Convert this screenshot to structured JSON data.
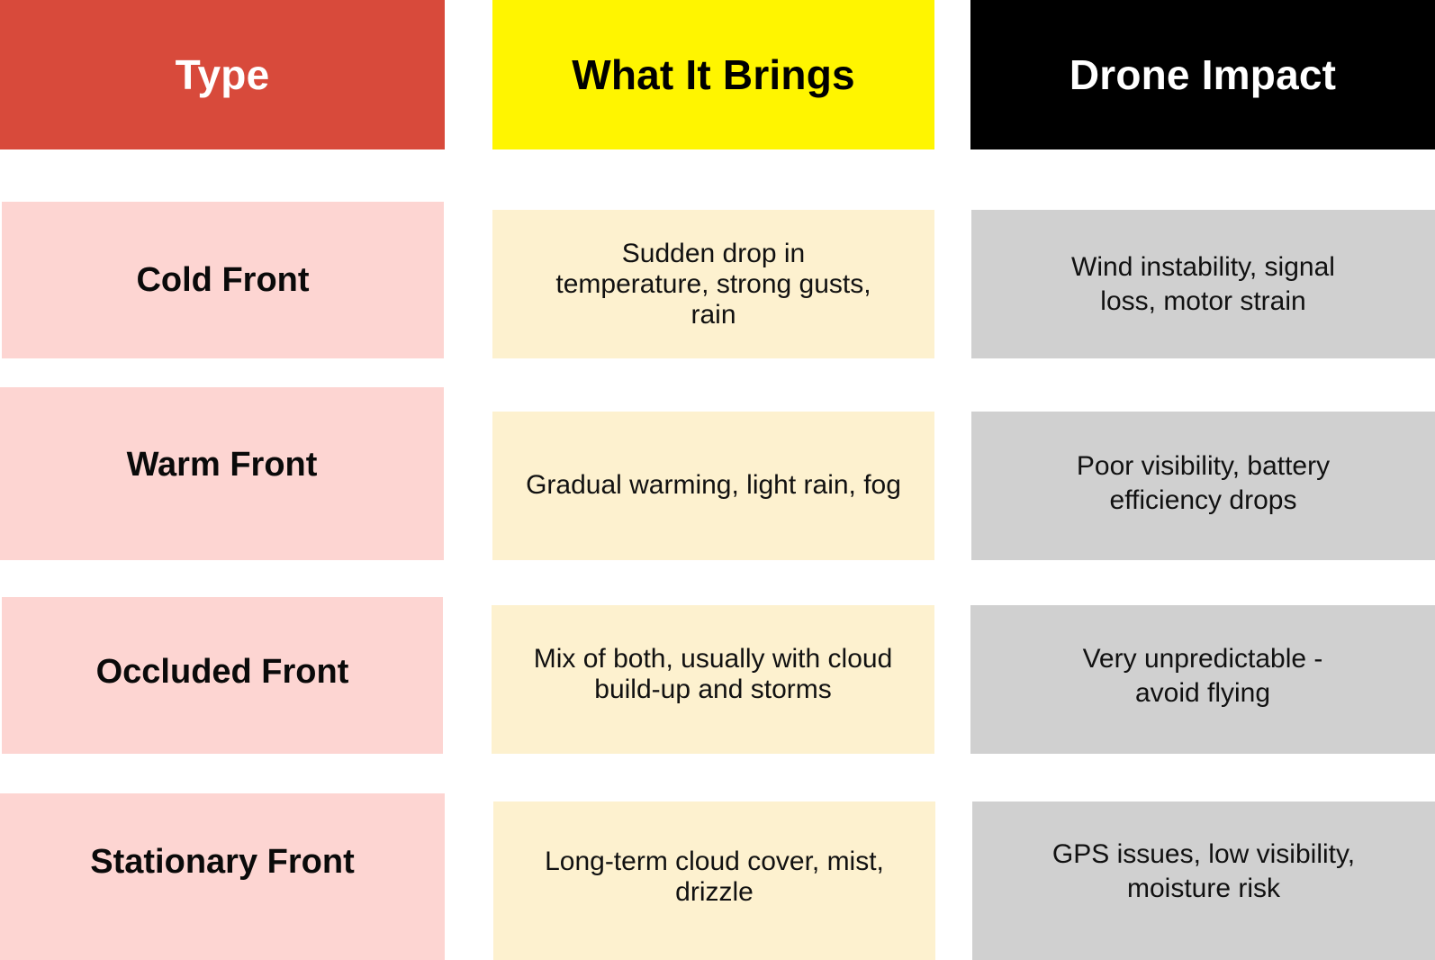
{
  "table": {
    "headers": [
      {
        "label": "Type",
        "bg": "#d84a3b",
        "color": "#ffffff"
      },
      {
        "label": "What It Brings",
        "bg": "#fff500",
        "color": "#000000"
      },
      {
        "label": "Drone Impact",
        "bg": "#000000",
        "color": "#ffffff"
      }
    ],
    "rows": [
      {
        "type": "Cold Front",
        "brings": "Sudden drop in temperature, strong gusts, rain",
        "impact": "Wind instability, signal loss, motor strain"
      },
      {
        "type": "Warm Front",
        "brings": "Gradual warming, light rain, fog",
        "impact": "Poor visibility, battery efficiency drops"
      },
      {
        "type": "Occluded Front",
        "brings": "Mix of both, usually with cloud build-up and storms",
        "impact": "Very unpredictable - avoid flying"
      },
      {
        "type": "Stationary Front",
        "brings": "Long-term cloud cover, mist, drizzle",
        "impact": "GPS issues, low visibility, moisture risk"
      }
    ],
    "colors": {
      "type_cell_bg": "#fdd5d2",
      "brings_cell_bg": "#fdf1cf",
      "impact_cell_bg": "#d0d0d0"
    }
  }
}
